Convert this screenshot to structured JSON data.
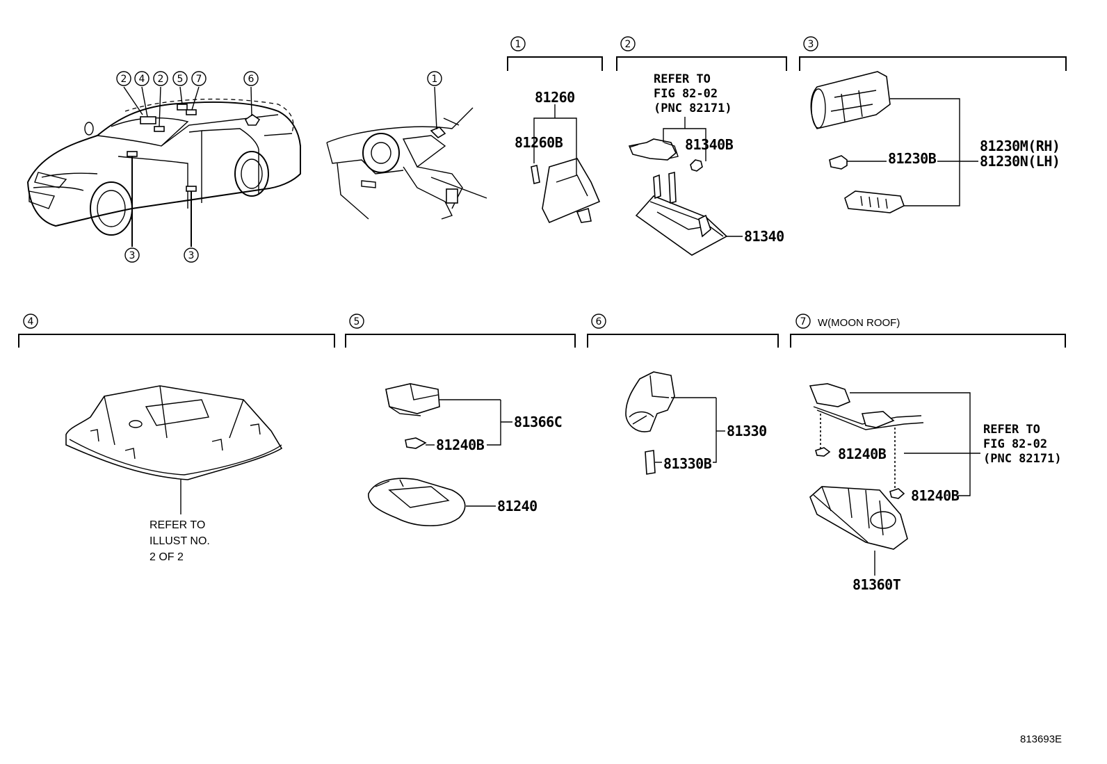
{
  "figure_id": "813693E",
  "sections": [
    {
      "num": "1"
    },
    {
      "num": "2"
    },
    {
      "num": "3"
    },
    {
      "num": "4"
    },
    {
      "num": "5"
    },
    {
      "num": "6"
    },
    {
      "num": "7",
      "caption": "W(MOON ROOF)"
    }
  ],
  "car_view": {
    "callouts_top": [
      "2",
      "4",
      "2",
      "5",
      "7",
      "6"
    ],
    "callouts_bottom": [
      "3",
      "3"
    ]
  },
  "dash_view": {
    "callout": "1"
  },
  "s1": {
    "p1": "81260",
    "p2": "81260B"
  },
  "s2": {
    "ref": [
      "REFER TO",
      "FIG 82-02",
      "(PNC 82171)"
    ],
    "p1": "81340B",
    "p2": "81340"
  },
  "s3": {
    "p1": "81230B",
    "p2": "81230M(RH)",
    "p3": "81230N(LH)"
  },
  "s4": {
    "ref": [
      "REFER TO",
      "ILLUST NO.",
      "2 OF 2"
    ]
  },
  "s5": {
    "p1": "81366C",
    "p2": "81240B",
    "p3": "81240"
  },
  "s6": {
    "p1": "81330",
    "p2": "81330B"
  },
  "s7": {
    "p1": "81240B",
    "p2": "81240B",
    "p3": "81360T",
    "ref": [
      "REFER TO",
      "FIG 82-02",
      "(PNC 82171)"
    ]
  }
}
